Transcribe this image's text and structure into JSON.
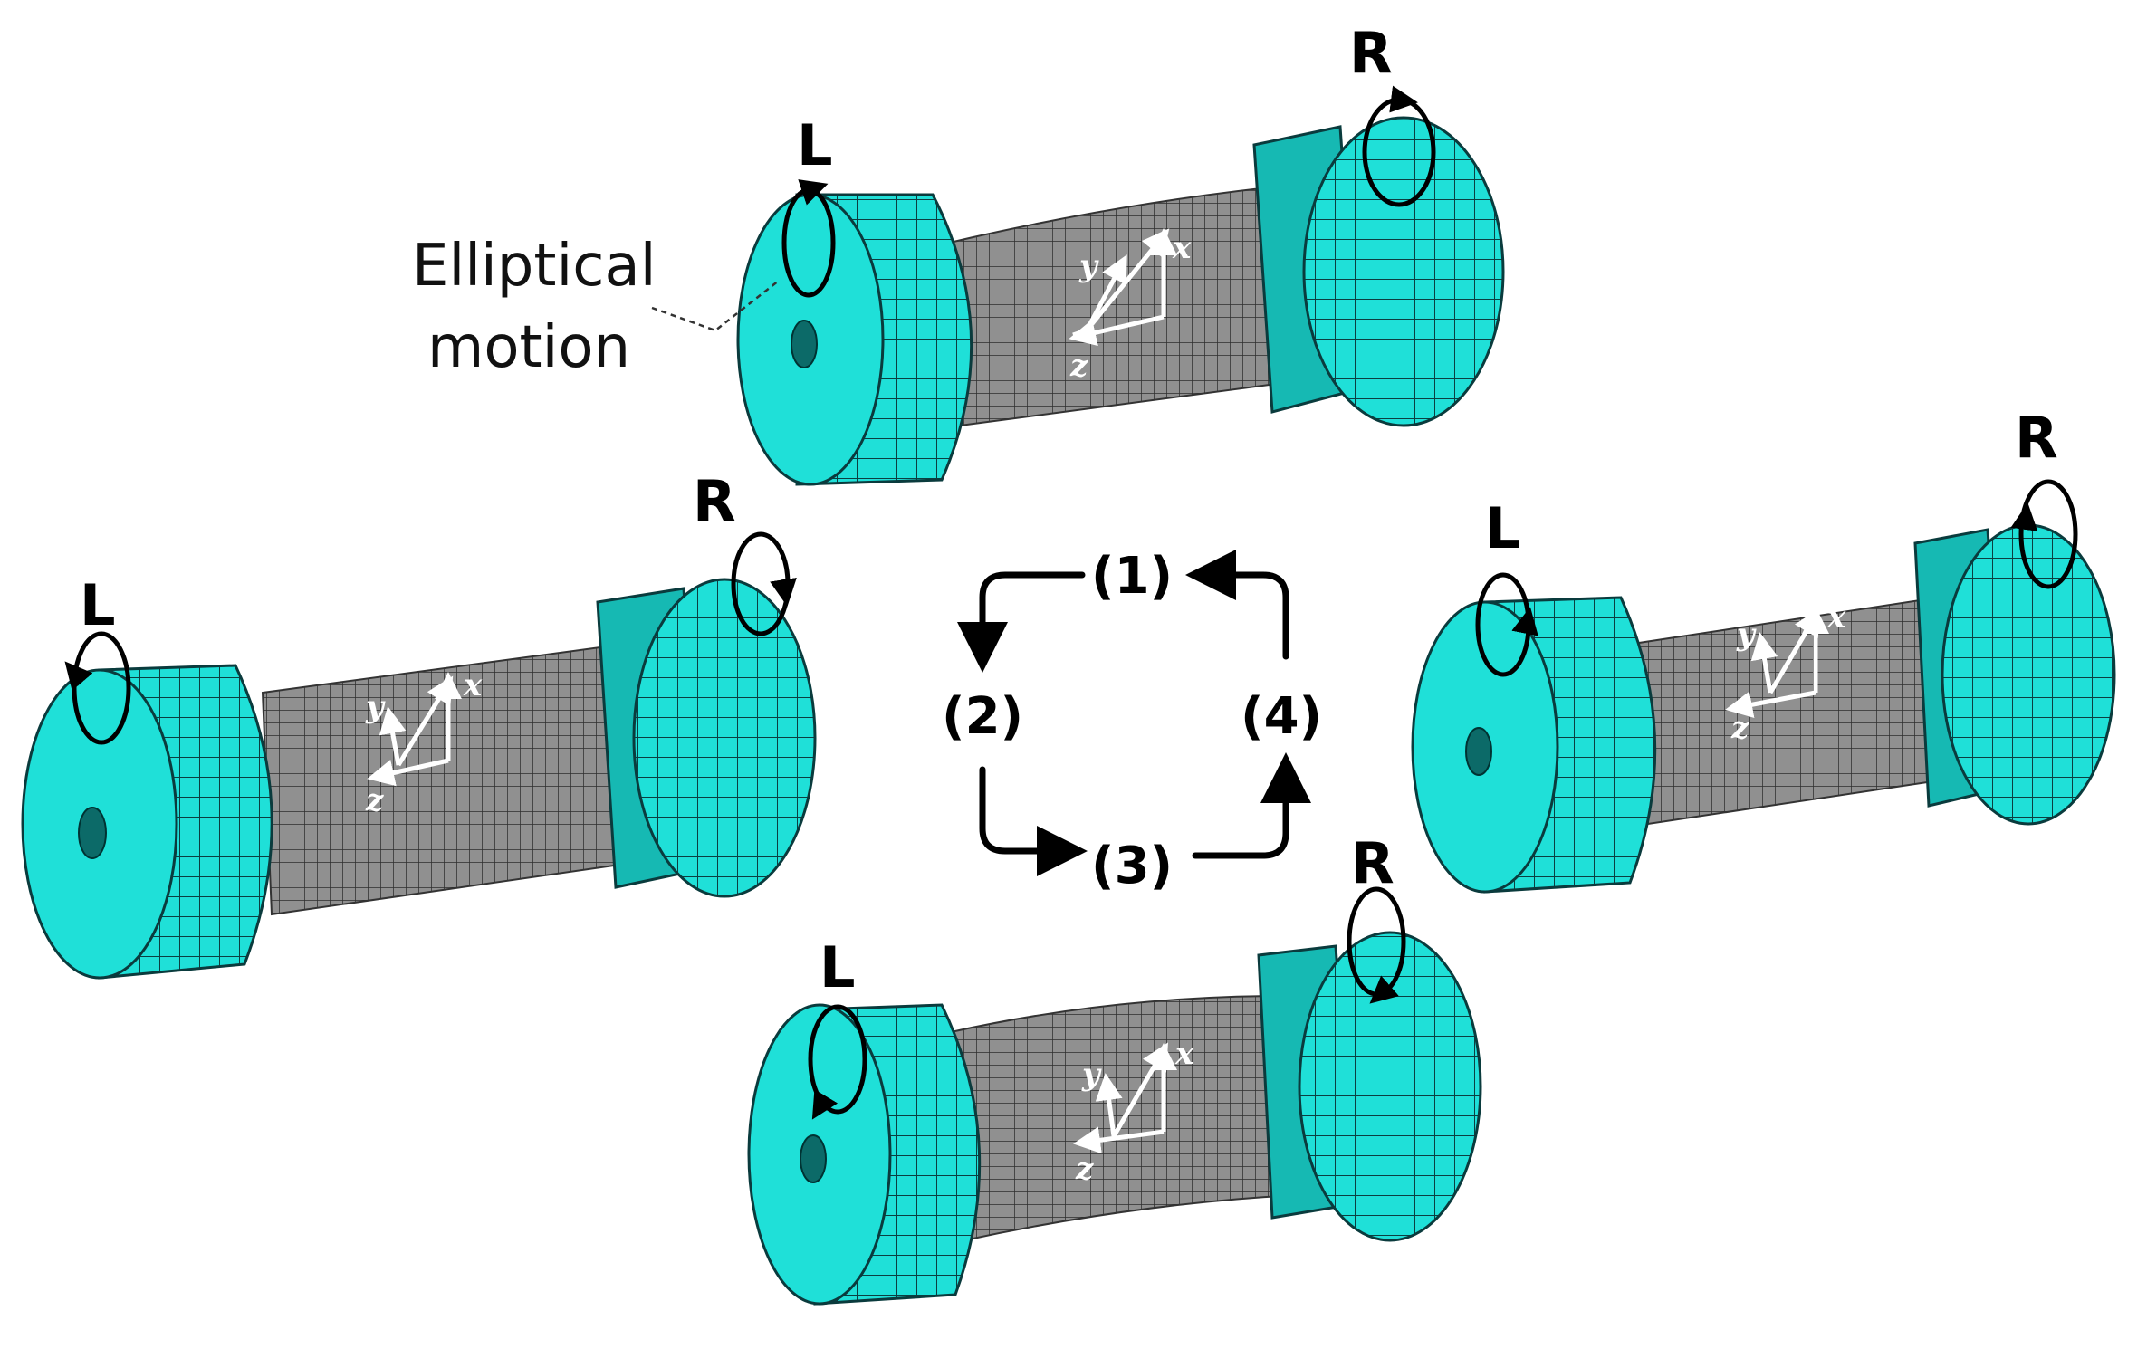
{
  "annotation": {
    "line1": "Elliptical",
    "line2": "motion"
  },
  "cycle_steps": [
    "(1)",
    "(2)",
    "(3)",
    "(4)"
  ],
  "end_labels": {
    "left": "L",
    "right": "R"
  },
  "axes": {
    "x": "x",
    "y": "y",
    "z": "z"
  },
  "colors": {
    "end_caps": "#1fe0d8",
    "shaft": "#8d8d8d",
    "axis": "#ffffff",
    "arrows": "#000000"
  }
}
